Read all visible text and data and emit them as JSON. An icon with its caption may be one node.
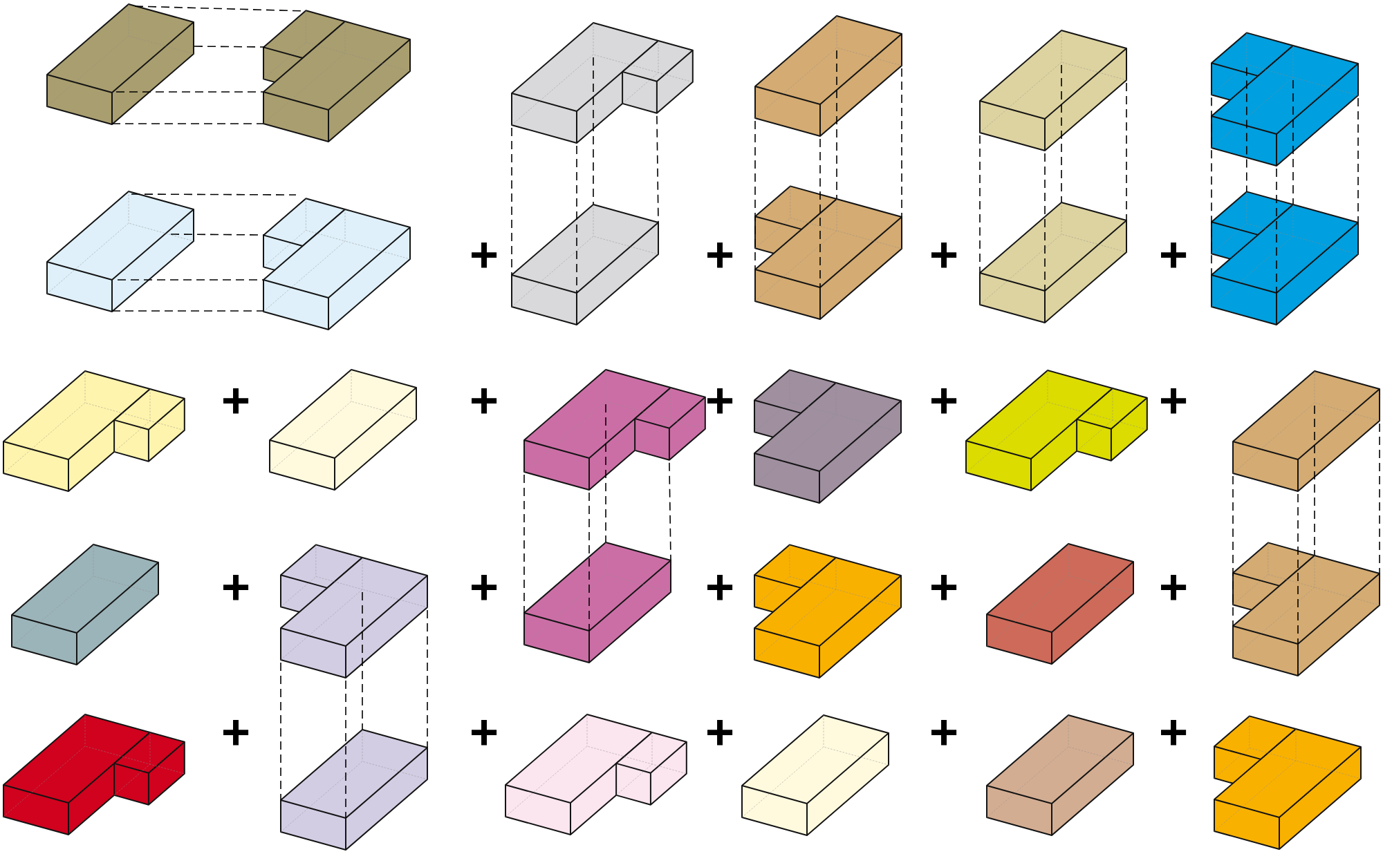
{
  "diagram": {
    "nodes": [
      {
        "text": [],
        "shape": "box"
      },
      {
        "text": [],
        "shape": "box"
      },
      {
        "text": [],
        "shape": "box"
      },
      {
        "text": [],
        "shape": "box"
      },
      {
        "text": [],
        "shape": "box"
      },
      {
        "text": [],
        "shape": "box"
      },
      {
        "text": [],
        "shape": "box"
      },
      {
        "text": [],
        "shape": "box"
      },
      {
        "text": [],
        "shape": "box"
      },
      {
        "text": [],
        "shape": "box"
      },
      {
        "text": [],
        "shape": "box"
      },
      {
        "text": [],
        "shape": "box"
      },
      {
        "text": [],
        "shape": "box"
      },
      {
        "text": [],
        "shape": "box"
      },
      {
        "text": [],
        "shape": "box"
      },
      {
        "text": [],
        "shape": "box"
      },
      {
        "text": [],
        "shape": "box"
      },
      {
        "text": [],
        "shape": "box"
      },
      {
        "text": [],
        "shape": "box"
      },
      {
        "text": [],
        "shape": "box"
      },
      {
        "text": [],
        "shape": "box"
      },
      {
        "text": [],
        "shape": "box"
      },
      {
        "text": [],
        "shape": "box"
      },
      {
        "text": [],
        "shape": "box"
      },
      {
        "text": [],
        "shape": "box"
      },
      {
        "text": [],
        "shape": "box"
      },
      {
        "text": [],
        "shape": "box"
      },
      {
        "text": [],
        "shape": "box"
      },
      {
        "text": [],
        "shape": "box"
      },
      {
        "text": [],
        "shape": "box"
      }
    ],
    "edges": [
      {
        "from": 0,
        "to": 1,
        "arrow": "none",
        "style": "dashed"
      },
      {
        "from": 0,
        "to": 1,
        "arrow": "none",
        "style": "dashed"
      },
      {
        "from": 0,
        "to": 1,
        "arrow": "none",
        "style": "dashed"
      },
      {
        "from": 0,
        "to": 1,
        "arrow": "none",
        "style": "dashed"
      },
      {
        "from": 2,
        "to": 8,
        "arrow": "none",
        "style": "dashed"
      },
      {
        "from": 2,
        "to": 8,
        "arrow": "none",
        "style": "dashed"
      },
      {
        "from": 2,
        "to": 8,
        "arrow": "none",
        "style": "dashed"
      },
      {
        "from": 2,
        "to": 8,
        "arrow": "none",
        "style": "dashed"
      },
      {
        "from": 3,
        "to": 9,
        "arrow": "none",
        "style": "dashed"
      },
      {
        "from": 3,
        "to": 9,
        "arrow": "none",
        "style": "dashed"
      },
      {
        "from": 3,
        "to": 9,
        "arrow": "none",
        "style": "dashed"
      },
      {
        "from": 3,
        "to": 9,
        "arrow": "none",
        "style": "dashed"
      },
      {
        "from": 4,
        "to": 10,
        "arrow": "none",
        "style": "dashed"
      },
      {
        "from": 4,
        "to": 10,
        "arrow": "none",
        "style": "dashed"
      },
      {
        "from": 4,
        "to": 10,
        "arrow": "none",
        "style": "dashed"
      },
      {
        "from": 4,
        "to": 10,
        "arrow": "none",
        "style": "dashed"
      },
      {
        "from": 5,
        "to": 11,
        "arrow": "none",
        "style": "dashed"
      },
      {
        "from": 5,
        "to": 11,
        "arrow": "none",
        "style": "dashed"
      },
      {
        "from": 5,
        "to": 11,
        "arrow": "none",
        "style": "dashed"
      },
      {
        "from": 5,
        "to": 11,
        "arrow": "none",
        "style": "dashed"
      },
      {
        "from": 5,
        "to": 11,
        "arrow": "none",
        "style": "dashed"
      },
      {
        "from": 6,
        "to": 7,
        "arrow": "none",
        "style": "dashed"
      },
      {
        "from": 6,
        "to": 7,
        "arrow": "none",
        "style": "dashed"
      },
      {
        "from": 6,
        "to": 7,
        "arrow": "none",
        "style": "dashed"
      },
      {
        "from": 6,
        "to": 7,
        "arrow": "none",
        "style": "dashed"
      },
      {
        "from": 14,
        "to": 20,
        "arrow": "none",
        "style": "dashed"
      },
      {
        "from": 14,
        "to": 20,
        "arrow": "none",
        "style": "dashed"
      },
      {
        "from": 14,
        "to": 20,
        "arrow": "none",
        "style": "dashed"
      },
      {
        "from": 14,
        "to": 20,
        "arrow": "none",
        "style": "dashed"
      },
      {
        "from": 17,
        "to": 23,
        "arrow": "none",
        "style": "dashed"
      },
      {
        "from": 17,
        "to": 23,
        "arrow": "none",
        "style": "dashed"
      },
      {
        "from": 17,
        "to": 23,
        "arrow": "none",
        "style": "dashed"
      },
      {
        "from": 17,
        "to": 23,
        "arrow": "none",
        "style": "dashed"
      },
      {
        "from": 19,
        "to": 25,
        "arrow": "none",
        "style": "dashed"
      },
      {
        "from": 19,
        "to": 25,
        "arrow": "none",
        "style": "dashed"
      },
      {
        "from": 19,
        "to": 25,
        "arrow": "none",
        "style": "dashed"
      },
      {
        "from": 19,
        "to": 25,
        "arrow": "none",
        "style": "dashed"
      }
    ],
    "labels": [
      "+",
      "+",
      "+",
      "+",
      "+",
      "+",
      "+",
      "+",
      "+",
      "+",
      "+",
      "+",
      "+",
      "+",
      "+",
      "+",
      "+",
      "+",
      "+"
    ]
  }
}
